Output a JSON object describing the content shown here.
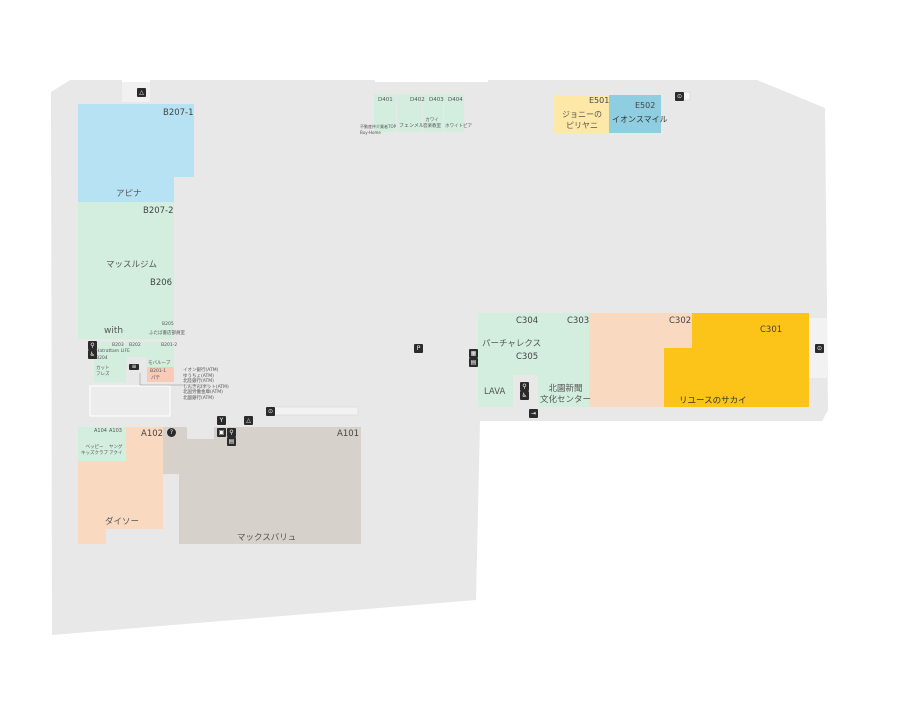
{
  "stores": {
    "b207_1": {
      "code": "B207-1",
      "name": "アピナ"
    },
    "b207_2": {
      "code": "B207-2",
      "name": "マッスルジム"
    },
    "b206": {
      "code": "B206",
      "name": "with"
    },
    "b205": {
      "code": "B205",
      "name": "ふたば書店部員室"
    },
    "b204": {
      "code": "B204",
      "name": "Hatrattam LIFE"
    },
    "b203": {
      "code": "B203",
      "name": "カット\nフレズ"
    },
    "b202": {
      "code": "B202"
    },
    "b201_2": {
      "code": "B201-2",
      "name": "モバループ"
    },
    "b201_1": {
      "code": "B201-1",
      "name": "パテ"
    },
    "a104": {
      "code": "A104",
      "name": "ベッピー\nキッズクラブ"
    },
    "a103": {
      "code": "A103",
      "name": "ヤング\nアクイ"
    },
    "a102": {
      "code": "A102",
      "name": "ダイソー"
    },
    "a101": {
      "code": "A101",
      "name": "マックスバリュ"
    },
    "d401": {
      "code": "D401",
      "name": "不動産仲介業者TOP\nBuy-Home"
    },
    "d402": {
      "code": "D402",
      "name": "フェンメル"
    },
    "d403": {
      "code": "D403",
      "name": "カワイ\n音楽教室"
    },
    "d404": {
      "code": "D404",
      "name": "ホワイトピア"
    },
    "e501": {
      "code": "E501",
      "name": "ジョニーの\nピリヤニ"
    },
    "e502": {
      "code": "E502",
      "name": "イオンスマイル"
    },
    "c304": {
      "code": "C304",
      "name": "パーチャレクス"
    },
    "c305": {
      "code": "C305",
      "name": "LAVA"
    },
    "c303": {
      "code": "C303",
      "name": "北園新聞\n文化センター"
    },
    "c302": {
      "code": "C302"
    },
    "c301": {
      "code": "C301",
      "name": "リユースのサカイ"
    }
  },
  "atm_list": [
    "イオン銀行(ATM)",
    "ゆうちょ(ATM)",
    "北陸銀行(ATM)",
    "しんきんIネット(ATM)",
    "北国労働金庫(ATM)",
    "北國銀行(ATM)"
  ],
  "parking_label": "P",
  "colors": {
    "floor": "#e8e8e8",
    "green": "#d3eedf",
    "blue": "#b6e2f3",
    "peach": "#f9d9c0",
    "taupe": "#d7d1cb",
    "gold": "#fcc318",
    "cream": "#fde8a8",
    "sky": "#8fcee0",
    "pink": "#f7cbb6"
  }
}
